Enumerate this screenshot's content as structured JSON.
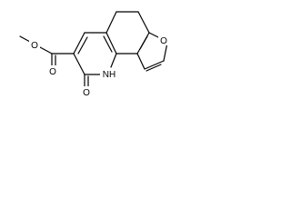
{
  "structure": {
    "atom_labels": {
      "furan_oxygen": "O",
      "ester_ether_oxygen": "O",
      "ester_carbonyl_oxygen": "O",
      "lactam_oxygen": "O",
      "ring_nitrogen": "NH"
    },
    "colors": {
      "bond": "#000000",
      "label": "#000000",
      "background": "#ffffff"
    }
  }
}
